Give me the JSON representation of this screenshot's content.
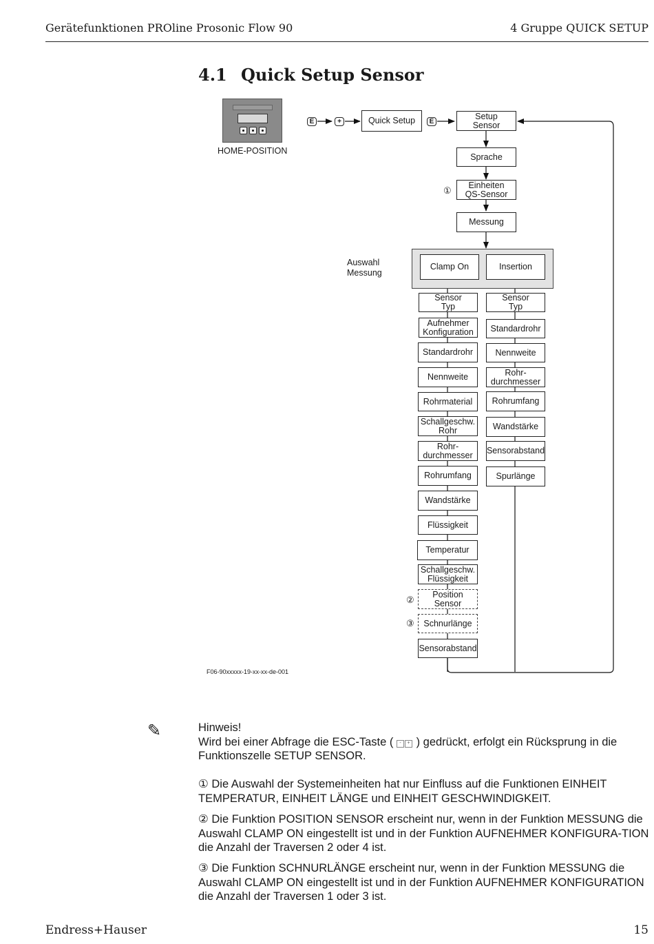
{
  "header": {
    "left": "Gerätefunktionen PROline Prosonic Flow 90",
    "right": "4  Gruppe QUICK SETUP"
  },
  "section": {
    "number": "4.1",
    "title": "Quick Setup Sensor"
  },
  "diagram": {
    "home_label": "HOME-POSITION",
    "keys": {
      "e": "E",
      "plus": "+"
    },
    "quick_setup": "Quick Setup",
    "setup_sensor": "Setup\nSensor",
    "sprache": "Sprache",
    "einheiten": "Einheiten\nQS-Sensor",
    "messung": "Messung",
    "auswahl_label": "Auswahl\nMessung",
    "clamp_on": "Clamp On",
    "insertion": "Insertion",
    "mark1": "①",
    "mark2": "②",
    "mark3": "③",
    "clamp_chain": [
      "Sensor\nTyp",
      "Aufnehmer\nKonfiguration",
      "Standardrohr",
      "Nennweite",
      "Rohrmaterial",
      "Schallgeschw.\nRohr",
      "Rohr-\ndurchmesser",
      "Rohrumfang",
      "Wandstärke",
      "Flüssigkeit",
      "Temperatur",
      "Schallgeschw.\nFlüssigkeit",
      "Position\nSensor",
      "Schnurlänge",
      "Sensorabstand"
    ],
    "insertion_chain": [
      "Sensor\nTyp",
      "Standardrohr",
      "Nennweite",
      "Rohr-\ndurchmesser",
      "Rohrumfang",
      "Wandstärke",
      "Sensorabstand",
      "Spurlänge"
    ],
    "figure_id": "F06-90xxxxx-19-xx-xx-de-001"
  },
  "note": {
    "title": "Hinweis!",
    "esc_text_before": "Wird bei einer Abfrage die ESC-Taste (",
    "esc_text_after": ") gedrückt, erfolgt ein Rücksprung in die Funktionszelle SETUP SENSOR.",
    "item1": "① Die Auswahl der Systemeinheiten hat nur Einfluss auf die Funktionen EINHEIT TEMPERATUR, EINHEIT LÄNGE und EINHEIT GESCHWINDIGKEIT.",
    "item2": "② Die Funktion POSITION SENSOR erscheint nur, wenn in der Funktion MESSUNG die Auswahl CLAMP ON eingestellt ist und in der Funktion AUFNEHMER KONFIGURA-TION die Anzahl der Traversen 2 oder 4 ist.",
    "item3": "③ Die Funktion SCHNURLÄNGE erscheint nur, wenn in der Funktion MESSUNG die Auswahl CLAMP ON eingestellt ist und in der Funktion AUFNEHMER KONFIGURATION die Anzahl der Traversen 1 oder 3 ist."
  },
  "footer": {
    "left": "Endress+Hauser",
    "right": "15"
  }
}
